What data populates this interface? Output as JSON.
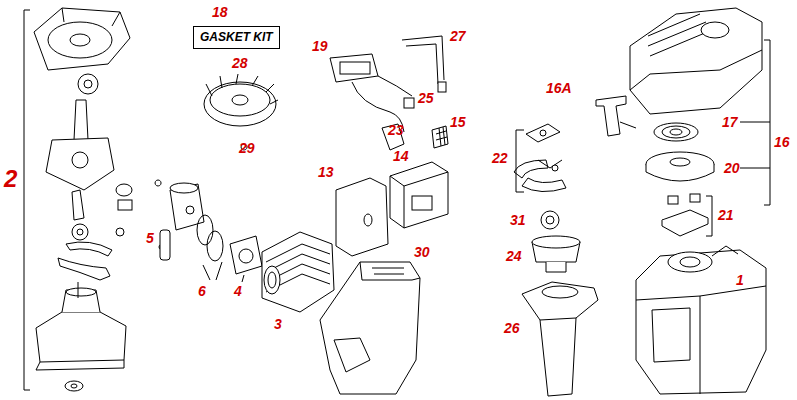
{
  "diagram": {
    "nodes": [
      {
        "text": [
          "GASKET KIT"
        ]
      }
    ],
    "labels": [
      "2",
      "18",
      "19",
      "27",
      "28",
      "25",
      "23",
      "15",
      "29",
      "13",
      "14",
      "16A",
      "17",
      "16",
      "22",
      "20",
      "21",
      "31",
      "5",
      "24",
      "6",
      "4",
      "30",
      "3",
      "26",
      "1"
    ]
  }
}
